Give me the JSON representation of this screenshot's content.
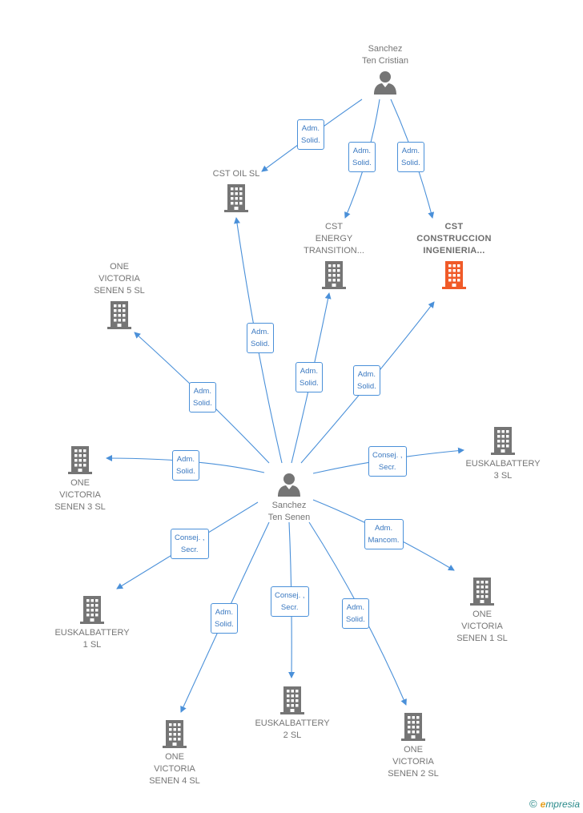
{
  "colors": {
    "edge": "#4a90d9",
    "icon": "#757575",
    "highlight": "#f05a28",
    "label": "#757575"
  },
  "nodes": {
    "sanchez_ten_cristian": {
      "label": "Sanchez\nTen Cristian",
      "type": "person"
    },
    "sanchez_ten_senen": {
      "label": "Sanchez\nTen Senen",
      "type": "person"
    },
    "cst_oil": {
      "label": "CST OIL  SL",
      "type": "company"
    },
    "cst_energy": {
      "label": "CST\nENERGY\nTRANSITION...",
      "type": "company"
    },
    "cst_construccion": {
      "label": "CST\nCONSTRUCCION\nINGENIERIA...",
      "type": "company",
      "highlight": true
    },
    "ovs5": {
      "label": "ONE\nVICTORIA\nSENEN 5  SL",
      "type": "company"
    },
    "ovs3": {
      "label": "ONE\nVICTORIA\nSENEN 3  SL",
      "type": "company"
    },
    "eb3": {
      "label": "EUSKALBATTERY\n3  SL",
      "type": "company"
    },
    "eb1": {
      "label": "EUSKALBATTERY\n1  SL",
      "type": "company"
    },
    "ovs1": {
      "label": "ONE\nVICTORIA\nSENEN 1  SL",
      "type": "company"
    },
    "ovs4": {
      "label": "ONE\nVICTORIA\nSENEN 4  SL",
      "type": "company"
    },
    "eb2": {
      "label": "EUSKALBATTERY\n2  SL",
      "type": "company"
    },
    "ovs2": {
      "label": "ONE\nVICTORIA\nSENEN 2  SL",
      "type": "company"
    }
  },
  "edges": [
    {
      "from": "sanchez_ten_cristian",
      "to": "cst_oil",
      "label": "Adm.\nSolid."
    },
    {
      "from": "sanchez_ten_cristian",
      "to": "cst_energy",
      "label": "Adm.\nSolid."
    },
    {
      "from": "sanchez_ten_cristian",
      "to": "cst_construccion",
      "label": "Adm.\nSolid."
    },
    {
      "from": "sanchez_ten_senen",
      "to": "cst_oil",
      "label": "Adm.\nSolid."
    },
    {
      "from": "sanchez_ten_senen",
      "to": "cst_energy",
      "label": "Adm.\nSolid."
    },
    {
      "from": "sanchez_ten_senen",
      "to": "cst_construccion",
      "label": "Adm.\nSolid."
    },
    {
      "from": "sanchez_ten_senen",
      "to": "ovs5",
      "label": "Adm.\nSolid."
    },
    {
      "from": "sanchez_ten_senen",
      "to": "ovs3",
      "label": "Adm.\nSolid."
    },
    {
      "from": "sanchez_ten_senen",
      "to": "eb3",
      "label": "Consej. ,\nSecr."
    },
    {
      "from": "sanchez_ten_senen",
      "to": "eb1",
      "label": "Consej. ,\nSecr."
    },
    {
      "from": "sanchez_ten_senen",
      "to": "ovs1",
      "label": "Adm.\nMancom."
    },
    {
      "from": "sanchez_ten_senen",
      "to": "ovs4",
      "label": "Adm.\nSolid."
    },
    {
      "from": "sanchez_ten_senen",
      "to": "eb2",
      "label": "Consej. ,\nSecr."
    },
    {
      "from": "sanchez_ten_senen",
      "to": "ovs2",
      "label": "Adm.\nSolid."
    }
  ],
  "brand": {
    "copyright": "©",
    "first_letter": "e",
    "rest": "mpresia"
  }
}
